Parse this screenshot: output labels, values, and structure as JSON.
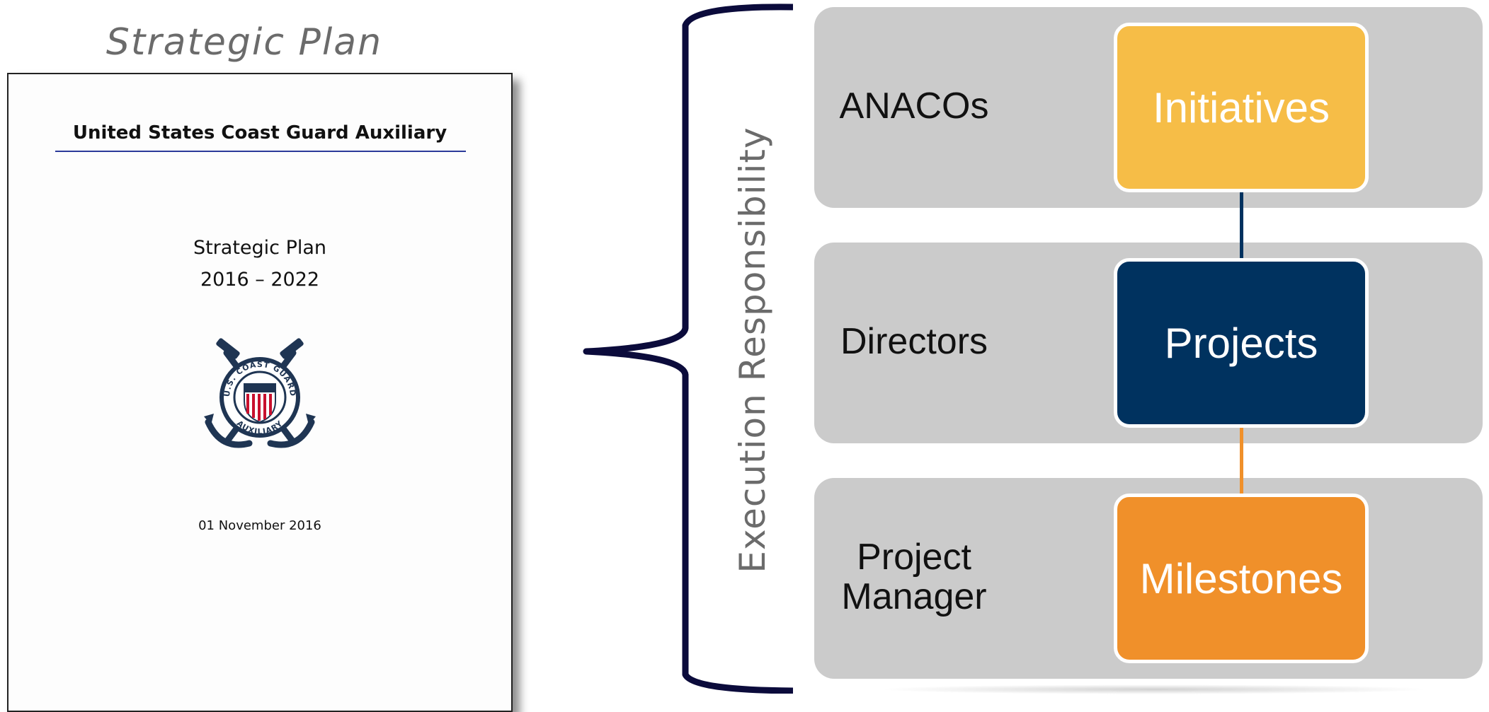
{
  "cover": {
    "heading": "Strategic Plan",
    "organization": "United States Coast Guard Auxiliary",
    "title": "Strategic Plan",
    "years": "2016 – 2022",
    "date": "01 November 2016",
    "seal_icon": "uscg-auxiliary-seal-icon",
    "seal_text": "U.S. COAST GUARD AUXILIARY"
  },
  "diagram": {
    "axis_label": "Execution Responsibility",
    "rows": [
      {
        "role": "ANACOs",
        "item": "Initiatives",
        "color": "#F6BD47"
      },
      {
        "role": "Directors",
        "item": "Projects",
        "color": "#00325F"
      },
      {
        "role": "Project Manager",
        "item": "Milestones",
        "color": "#F0902A"
      }
    ],
    "connector_colors": [
      "#00325F",
      "#F0902A"
    ],
    "band_color": "#CBCBCB",
    "brace_color": "#0B0B3B"
  }
}
